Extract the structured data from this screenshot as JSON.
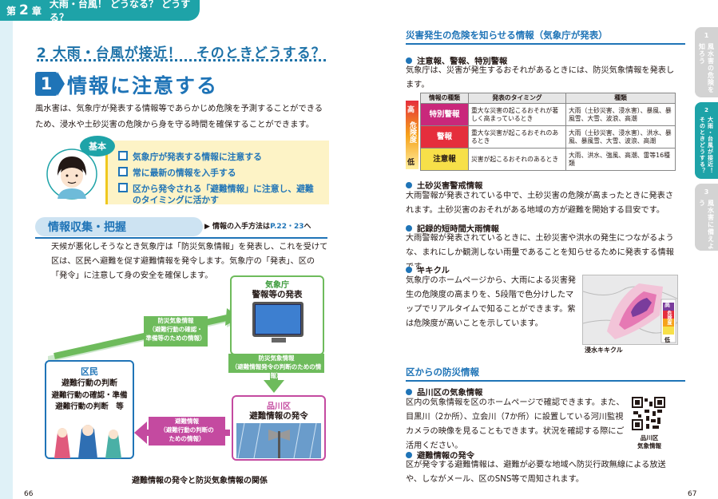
{
  "left": {
    "chapter_prefix": "第",
    "chapter_num": "2",
    "chapter_suffix": "章",
    "chapter_title": "大雨・台風！ どうなる？ どうする？",
    "section_title": "2 大雨・台風が接近！　そのときどうする？",
    "heading_num": "1",
    "heading": "情報に注意する",
    "intro": "風水害は、気象庁が発表する情報等であらかじめ危険を予測することができるため、浸水や土砂災害の危険から身を守る時間を確保することができます。",
    "kihon_badge": "基本",
    "kihon_items": [
      "気象庁が発表する情報に注意する",
      "常に最新の情報を入手する",
      "区から発令される「避難情報」に注意し、避難",
      "のタイミングに活かす"
    ],
    "info_heading": "情報収集・把握",
    "info_ref_prefix": "▶ 情報の入手方法は",
    "info_ref_pages": "P.22・23",
    "info_ref_suffix": "へ",
    "info_body": "天候が悪化しそうなとき気象庁は「防災気象情報」を発表し、これを受けて区は、区民へ避難を促す避難情報を発令します。気象庁の「発表」、区の「発令」に注意して身の安全を確保します。",
    "diagram": {
      "jma_title": "気象庁",
      "jma_sub": "警報等の発表",
      "arrow_a": [
        "防災気象情報",
        "（避難行動の確認・",
        "準備等のための情報）"
      ],
      "arrow_b": [
        "防災気象情報",
        "（避難情報発令の判断のための情報）"
      ],
      "arrow_c": [
        "避難情報",
        "（避難行動の判断の",
        "ための情報）"
      ],
      "kumin_title": "区民",
      "kumin_l1": "避難行動の判断",
      "kumin_l2": "避難行動の確認・準備",
      "kumin_l3": "避難行動の判断　等",
      "shina_title": "品川区",
      "shina_sub": "避難情報の発令"
    },
    "caption": "避難情報の発令と防災気象情報の関係",
    "page": "66"
  },
  "right": {
    "title": "災害発生の危険を知らせる情報（気象庁が発表）",
    "b1": "注意報、警報、特別警報",
    "b1_body": "気象庁は、災害が発生するおそれがあるときには、防災気象情報を発表します。",
    "table": {
      "headers": [
        "情報の種類",
        "発表のタイミング",
        "種類"
      ],
      "side_high": "高",
      "side_mid": "危険度",
      "side_low": "低",
      "rows": [
        {
          "level": "特別警報",
          "timing": "重大な災害の起こるおそれが著しく高まっているとき",
          "kinds": "大雨（土砂災害、浸水害）、暴風、暴風雪、大雪、波浪、高潮",
          "color": "#c9287b",
          "text_color": "#ffffff"
        },
        {
          "level": "警報",
          "timing": "重大な災害が起こるおそれのあるとき",
          "kinds": "大雨（土砂災害、浸水害）、洪水、暴風、暴風雪、大雪、波浪、高潮",
          "color": "#e52e3c",
          "text_color": "#ffffff"
        },
        {
          "level": "注意報",
          "timing": "災害が起こるおそれのあるとき",
          "kinds": "大雨、洪水、強風、高潮、雷等16種類",
          "color": "#f7e049",
          "text_color": "#231815"
        }
      ]
    },
    "b2": "土砂災害警戒情報",
    "b2_body": "大雨警報が発表されている中で、土砂災害の危険が高まったときに発表されます。土砂災害のおそれがある地域の方が避難を開始する目安です。",
    "b3": "記録的短時間大雨情報",
    "b3_body": "大雨警報が発表されているときに、土砂災害や洪水の発生につながるような、まれにしか観測しない雨量であることを知らせるために発表する情報です。",
    "b4": "キキクル",
    "b4_body": "気象庁のホームページから、大雨による災害発生の危険度の高まりを、5段階で色分けしたマップでリアルタイムで知ることができます。紫は危険度が高いことを示しています。",
    "map_legend_high": "高",
    "map_legend_mid": "危険度",
    "map_legend_low": "低",
    "map_caption": "浸水キキクル",
    "ku_title": "区からの防災情報",
    "b5": "品川区の気象情報",
    "b5_body": "区内の気象情報を区のホームページで確認できます。また、目黒川（2か所）、立会川（7か所）に設置している河川監視カメラの映像を見ることもできます。状況を確認する際にご活用ください。",
    "qr_caption": [
      "品川区",
      "気象情報"
    ],
    "b6": "避難情報の発令",
    "b6_body": "区が発令する避難情報は、避難が必要な地域へ防災行政無線による放送や、しながメール、区のSNS等で周知されます。",
    "page": "67"
  },
  "tabs": [
    {
      "num": "1",
      "label": "風水害の危険を知ろう"
    },
    {
      "num": "2",
      "label": "大雨・台風が接近！そのときどうする？"
    },
    {
      "num": "3",
      "label": "風水害に備えよう"
    }
  ],
  "colors": {
    "teal": "#1ea3a8",
    "blue": "#1f74b7",
    "green": "#6ebb5c",
    "magenta": "#c44aa0",
    "yellow_bg": "#fdf3c6"
  }
}
